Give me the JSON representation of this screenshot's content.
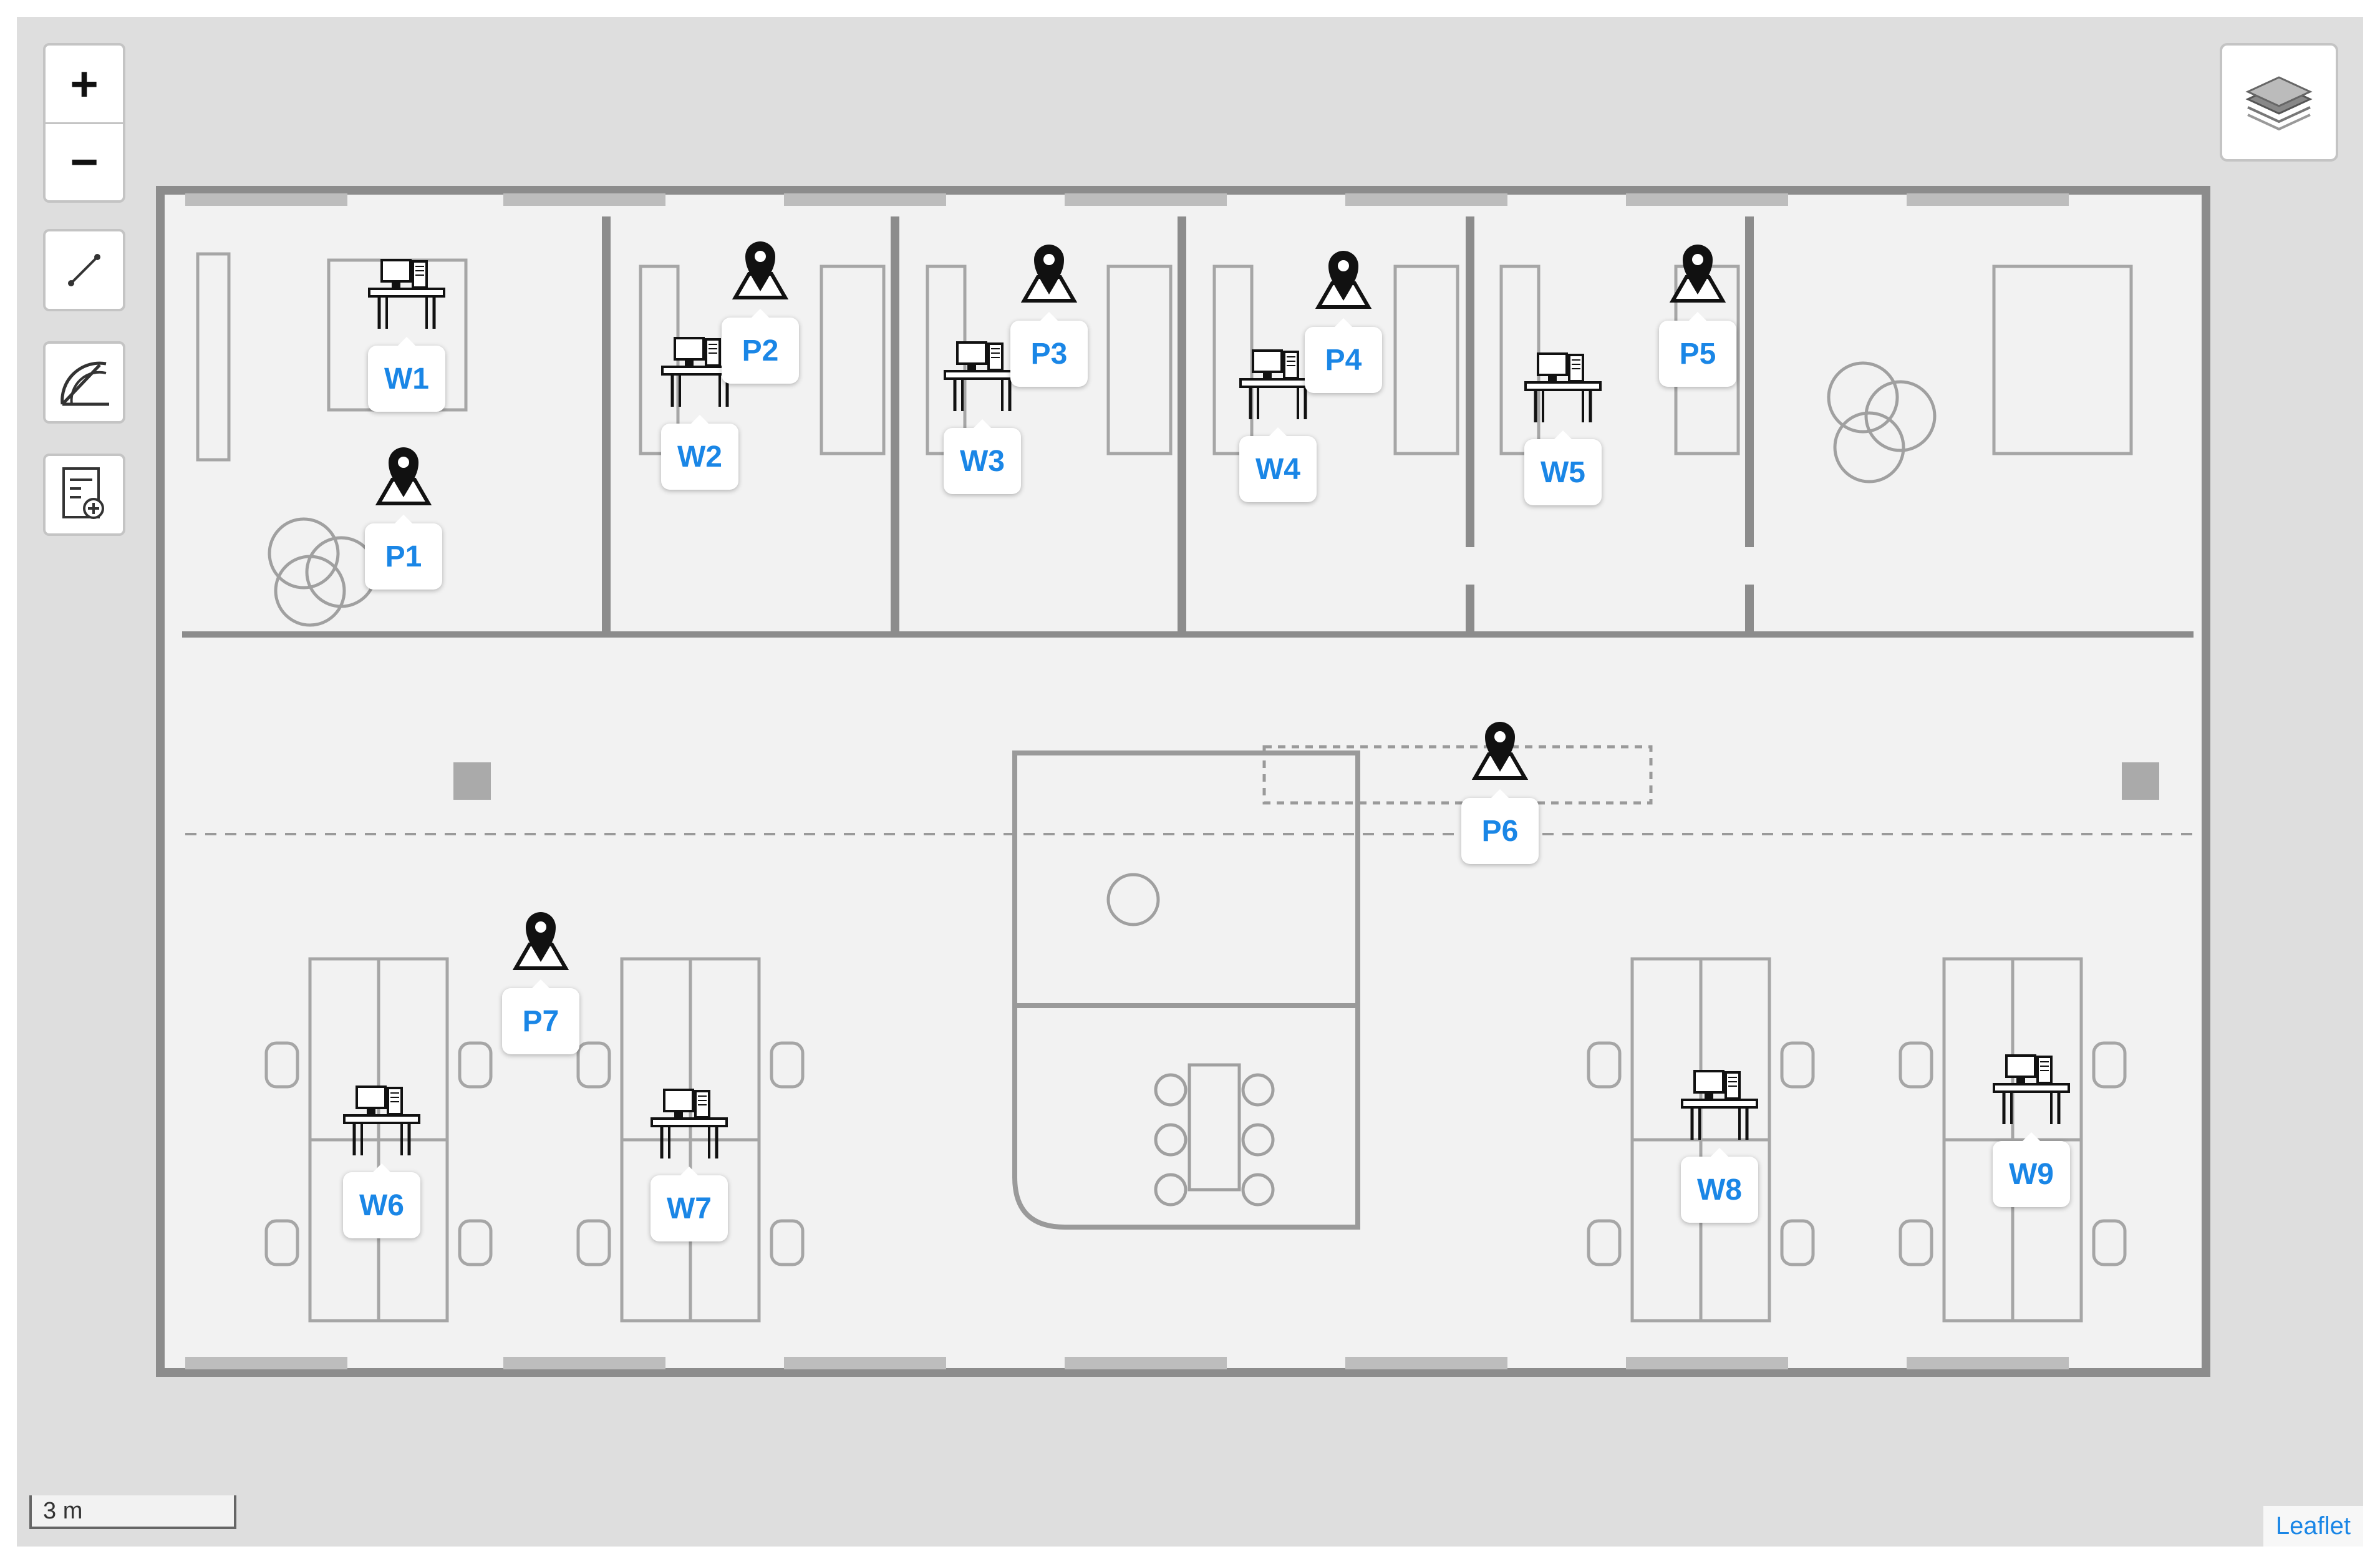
{
  "controls": {
    "zoom_in": "+",
    "zoom_out": "−",
    "tools": [
      {
        "icon": "ruler-icon"
      },
      {
        "icon": "protractor-icon"
      },
      {
        "icon": "add-document-icon"
      }
    ],
    "layers_icon": "layers-icon"
  },
  "workstations": [
    "W1",
    "W2",
    "W3",
    "W4",
    "W5",
    "W6",
    "W7",
    "W8",
    "W9"
  ],
  "places": [
    "P1",
    "P2",
    "P3",
    "P4",
    "P5",
    "P6",
    "P7"
  ],
  "scale": "3 m",
  "attribution": "Leaflet",
  "colors": {
    "label_text": "#1a86e6",
    "map_bg": "#dedede",
    "plan_bg": "#f2f2f2",
    "wall": "#8c8c8c"
  }
}
